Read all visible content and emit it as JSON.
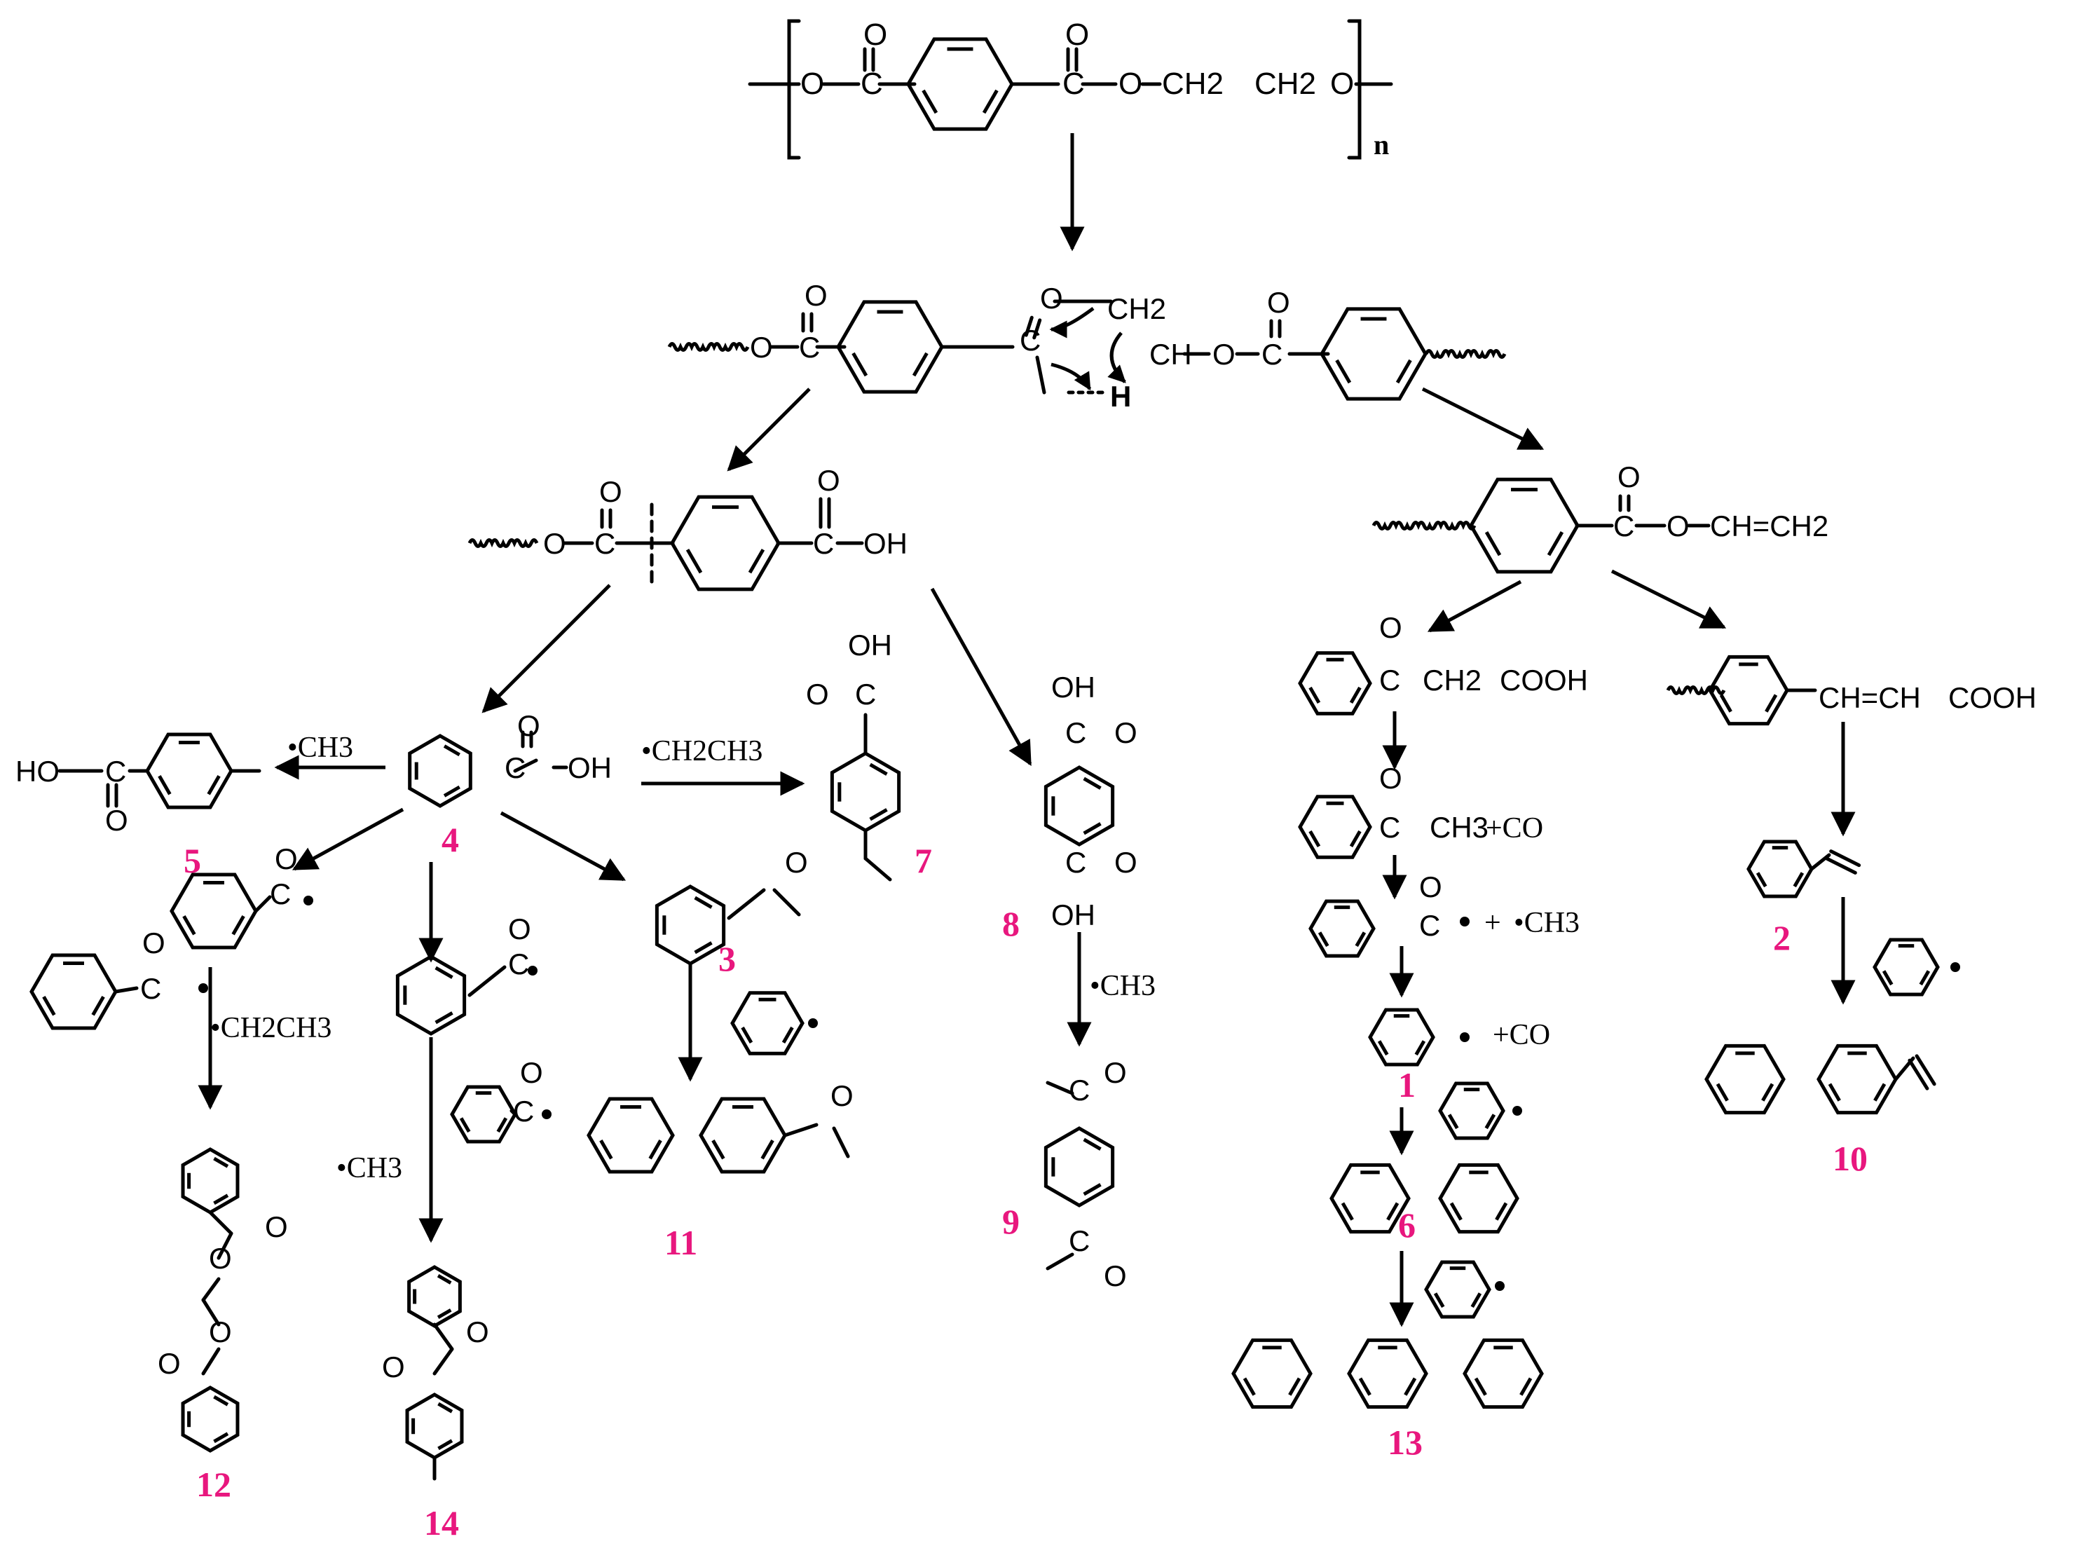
{
  "colors": {
    "ink": "#000000",
    "compound_number": "#e8177e",
    "background": "#ffffff"
  },
  "polymer": {
    "repeat_unit": [
      "O",
      "C",
      "O",
      "C",
      "O",
      "O",
      "CH2",
      "CH2",
      "O"
    ],
    "subscript": "n"
  },
  "transition_state": {
    "labels": [
      "O",
      "C",
      "O",
      "CH2",
      "CH",
      "O",
      "C",
      "O",
      "C",
      "O",
      "H"
    ]
  },
  "intermediates": {
    "acid_end": {
      "labels": [
        "O",
        "C",
        "O",
        "C",
        "O",
        "OH"
      ]
    },
    "vinyl_ester": {
      "labels": [
        "C",
        "O",
        "O",
        "CH=CH2"
      ]
    },
    "keto_acid": {
      "labels": [
        "O",
        "C",
        "CH2",
        "COOH"
      ]
    },
    "cinnamic_acid": {
      "labels": [
        "CH=CH",
        "COOH"
      ]
    },
    "acetophenone_co": {
      "labels": [
        "O",
        "C",
        "CH3",
        "+CO"
      ]
    },
    "benzoyl": {
      "labels": [
        "O",
        "C",
        "+",
        "•CH3"
      ]
    },
    "phenyl": {
      "labels": [
        "+CO"
      ]
    },
    "benzoic_frag": {
      "labels": [
        "C",
        "O",
        "OH"
      ]
    }
  },
  "radicals": {
    "methyl_left": "•CH3",
    "ethyl_mid": "•CH2CH3",
    "ethyl_low": "•CH2CH3",
    "methyl_low": "•CH3",
    "methyl_9": "•CH3"
  },
  "compounds": {
    "c1": "1",
    "c2": "2",
    "c3": "3",
    "c4": "4",
    "c5": "5",
    "c6": "6",
    "c7": "7",
    "c8": "8",
    "c9": "9",
    "c10": "10",
    "c11": "11",
    "c12": "12",
    "c13": "13",
    "c14": "14"
  },
  "structure_labels": {
    "c5": [
      "HO",
      "C",
      "O"
    ],
    "c7": [
      "OH",
      "O",
      "C"
    ],
    "c8": [
      "OH",
      "C",
      "O",
      "C",
      "O",
      "OH"
    ],
    "c9": [
      "C",
      "O",
      "C",
      "O"
    ],
    "c12": [
      "O",
      "O",
      "O",
      "O"
    ],
    "c14": [
      "O",
      "O"
    ],
    "acyl_radicals": [
      "C",
      "O",
      "C",
      "O",
      "C",
      "O",
      "C",
      "O"
    ],
    "c3": [
      "O"
    ],
    "c11": [
      "O"
    ]
  }
}
